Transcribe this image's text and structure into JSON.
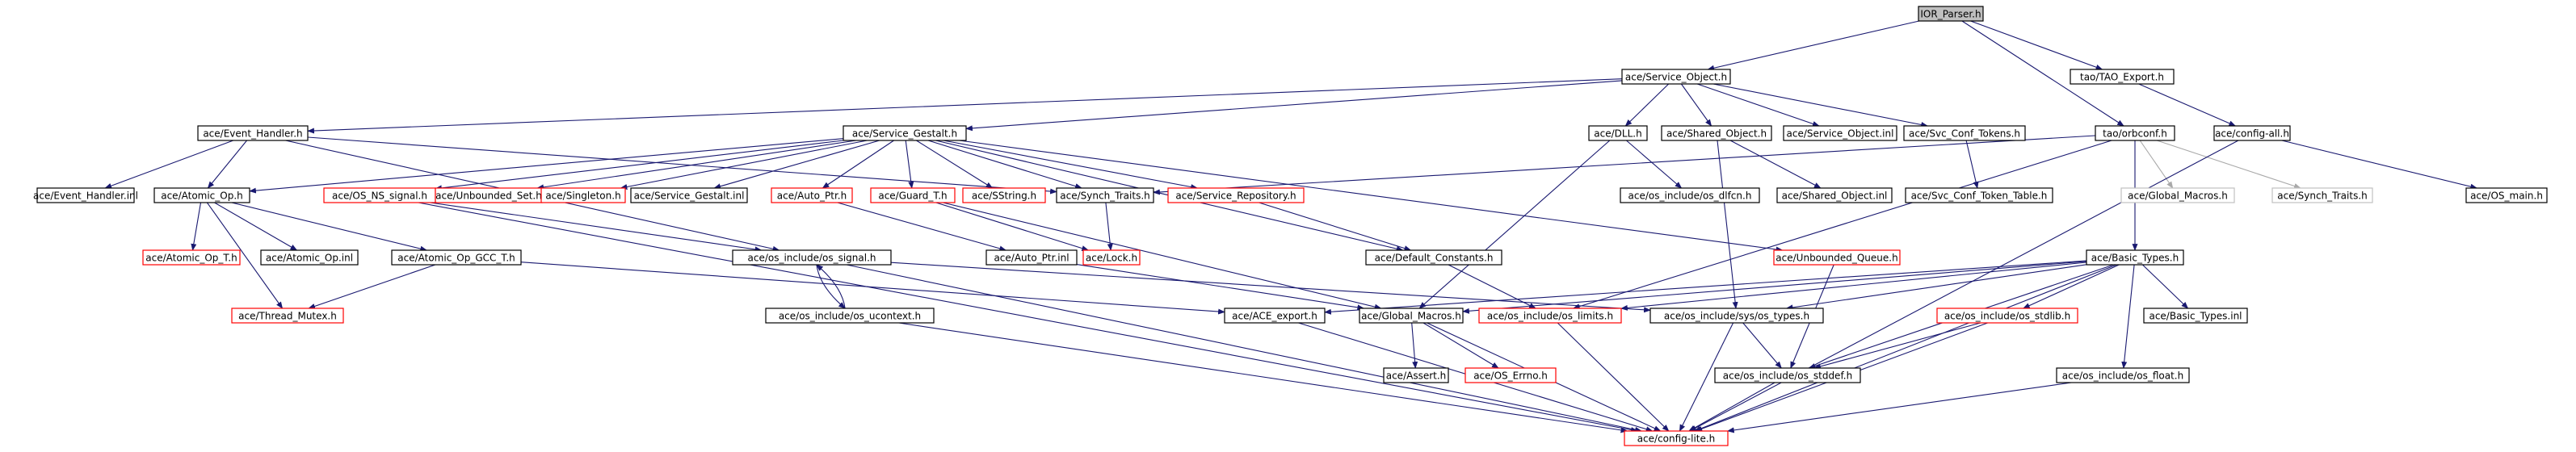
{
  "diagram": {
    "colors": {
      "root_fill": "#bfbfbf",
      "node_fill": "#ffffff",
      "border_black": "#000000",
      "border_red": "#ff0000",
      "border_gray": "#c0c0c0",
      "text": "#000000",
      "edge_blue": "#191970",
      "edge_gray": "#a9a9a9"
    },
    "nodes": {
      "ior_parser": {
        "label": "IOR_Parser.h",
        "style": "root"
      },
      "service_object": {
        "label": "ace/Service_Object.h",
        "style": "black"
      },
      "tao_export": {
        "label": "tao/TAO_Export.h",
        "style": "black"
      },
      "event_handler": {
        "label": "ace/Event_Handler.h",
        "style": "black"
      },
      "service_gestalt": {
        "label": "ace/Service_Gestalt.h",
        "style": "black"
      },
      "dll": {
        "label": "ace/DLL.h",
        "style": "black"
      },
      "shared_object": {
        "label": "ace/Shared_Object.h",
        "style": "black"
      },
      "service_object_inl": {
        "label": "ace/Service_Object.inl",
        "style": "black"
      },
      "svc_conf_tokens": {
        "label": "ace/Svc_Conf_Tokens.h",
        "style": "black"
      },
      "orbconf": {
        "label": "tao/orbconf.h",
        "style": "black"
      },
      "config_all": {
        "label": "ace/config-all.h",
        "style": "black"
      },
      "event_handler_inl": {
        "label": "ace/Event_Handler.inl",
        "style": "black"
      },
      "atomic_op": {
        "label": "ace/Atomic_Op.h",
        "style": "black"
      },
      "os_ns_signal": {
        "label": "ace/OS_NS_signal.h",
        "style": "red"
      },
      "unbounded_set": {
        "label": "ace/Unbounded_Set.h",
        "style": "red"
      },
      "singleton": {
        "label": "ace/Singleton.h",
        "style": "red"
      },
      "service_gestalt_inl": {
        "label": "ace/Service_Gestalt.inl",
        "style": "black"
      },
      "auto_ptr": {
        "label": "ace/Auto_Ptr.h",
        "style": "red"
      },
      "guard_t": {
        "label": "ace/Guard_T.h",
        "style": "red"
      },
      "sstring": {
        "label": "ace/SString.h",
        "style": "red"
      },
      "synch_traits": {
        "label": "ace/Synch_Traits.h",
        "style": "black"
      },
      "service_repository": {
        "label": "ace/Service_Repository.h",
        "style": "red"
      },
      "os_dlfcn": {
        "label": "ace/os_include/os_dlfcn.h",
        "style": "black"
      },
      "shared_object_inl": {
        "label": "ace/Shared_Object.inl",
        "style": "black"
      },
      "svc_conf_token_table": {
        "label": "ace/Svc_Conf_Token_Table.h",
        "style": "black"
      },
      "global_macros_gray": {
        "label": "ace/Global_Macros.h",
        "style": "gray"
      },
      "synch_traits_gray": {
        "label": "ace/Synch_Traits.h",
        "style": "gray"
      },
      "os_main": {
        "label": "ace/OS_main.h",
        "style": "black"
      },
      "atomic_op_t": {
        "label": "ace/Atomic_Op_T.h",
        "style": "red"
      },
      "atomic_op_inl": {
        "label": "ace/Atomic_Op.inl",
        "style": "black"
      },
      "atomic_op_gcc_t": {
        "label": "ace/Atomic_Op_GCC_T.h",
        "style": "black"
      },
      "os_signal": {
        "label": "ace/os_include/os_signal.h",
        "style": "black"
      },
      "auto_ptr_inl": {
        "label": "ace/Auto_Ptr.inl",
        "style": "black"
      },
      "lock": {
        "label": "ace/Lock.h",
        "style": "red"
      },
      "default_constants": {
        "label": "ace/Default_Constants.h",
        "style": "black"
      },
      "unbounded_queue": {
        "label": "ace/Unbounded_Queue.h",
        "style": "red"
      },
      "basic_types": {
        "label": "ace/Basic_Types.h",
        "style": "black"
      },
      "thread_mutex": {
        "label": "ace/Thread_Mutex.h",
        "style": "red"
      },
      "os_ucontext": {
        "label": "ace/os_include/os_ucontext.h",
        "style": "black"
      },
      "ace_export": {
        "label": "ace/ACE_export.h",
        "style": "black"
      },
      "global_macros": {
        "label": "ace/Global_Macros.h",
        "style": "black"
      },
      "os_limits": {
        "label": "ace/os_include/os_limits.h",
        "style": "red"
      },
      "sys_os_types": {
        "label": "ace/os_include/sys/os_types.h",
        "style": "black"
      },
      "os_stdlib": {
        "label": "ace/os_include/os_stdlib.h",
        "style": "red"
      },
      "basic_types_inl": {
        "label": "ace/Basic_Types.inl",
        "style": "black"
      },
      "assert": {
        "label": "ace/Assert.h",
        "style": "black"
      },
      "os_errno": {
        "label": "ace/OS_Errno.h",
        "style": "red"
      },
      "os_stddef": {
        "label": "ace/os_include/os_stddef.h",
        "style": "black"
      },
      "os_float": {
        "label": "ace/os_include/os_float.h",
        "style": "black"
      },
      "config_lite": {
        "label": "ace/config-lite.h",
        "style": "red"
      }
    },
    "edges": [
      [
        "ior_parser",
        "service_object"
      ],
      [
        "ior_parser",
        "orbconf"
      ],
      [
        "ior_parser",
        "tao_export"
      ],
      [
        "service_object",
        "event_handler"
      ],
      [
        "service_object",
        "service_gestalt"
      ],
      [
        "service_object",
        "dll"
      ],
      [
        "service_object",
        "shared_object"
      ],
      [
        "service_object",
        "service_object_inl"
      ],
      [
        "service_object",
        "svc_conf_tokens"
      ],
      [
        "tao_export",
        "config_all"
      ],
      [
        "event_handler",
        "event_handler_inl"
      ],
      [
        "event_handler",
        "atomic_op"
      ],
      [
        "event_handler",
        "synch_traits"
      ],
      [
        "event_handler",
        "os_signal"
      ],
      [
        "service_gestalt",
        "atomic_op"
      ],
      [
        "service_gestalt",
        "os_ns_signal"
      ],
      [
        "service_gestalt",
        "unbounded_set"
      ],
      [
        "service_gestalt",
        "singleton"
      ],
      [
        "service_gestalt",
        "service_gestalt_inl"
      ],
      [
        "service_gestalt",
        "auto_ptr"
      ],
      [
        "service_gestalt",
        "guard_t"
      ],
      [
        "service_gestalt",
        "sstring"
      ],
      [
        "service_gestalt",
        "synch_traits"
      ],
      [
        "service_gestalt",
        "service_repository"
      ],
      [
        "service_gestalt",
        "default_constants"
      ],
      [
        "service_gestalt",
        "unbounded_queue"
      ],
      [
        "dll",
        "os_dlfcn"
      ],
      [
        "dll",
        "global_macros"
      ],
      [
        "shared_object",
        "shared_object_inl"
      ],
      [
        "shared_object",
        "sys_os_types"
      ],
      [
        "svc_conf_tokens",
        "svc_conf_token_table"
      ],
      [
        "orbconf",
        "synch_traits"
      ],
      [
        "orbconf",
        "global_macros_gray"
      ],
      [
        "orbconf",
        "synch_traits_gray"
      ],
      [
        "orbconf",
        "basic_types"
      ],
      [
        "orbconf",
        "os_limits"
      ],
      [
        "config_all",
        "os_main"
      ],
      [
        "config_all",
        "config_lite"
      ],
      [
        "atomic_op",
        "atomic_op_t"
      ],
      [
        "atomic_op",
        "atomic_op_inl"
      ],
      [
        "atomic_op",
        "atomic_op_gcc_t"
      ],
      [
        "atomic_op",
        "thread_mutex"
      ],
      [
        "os_ns_signal",
        "os_signal"
      ],
      [
        "os_ns_signal",
        "config_lite"
      ],
      [
        "auto_ptr",
        "auto_ptr_inl"
      ],
      [
        "guard_t",
        "lock"
      ],
      [
        "guard_t",
        "global_macros"
      ],
      [
        "synch_traits",
        "lock"
      ],
      [
        "service_repository",
        "default_constants"
      ],
      [
        "atomic_op_gcc_t",
        "thread_mutex"
      ],
      [
        "atomic_op_gcc_t",
        "ace_export"
      ],
      [
        "os_signal",
        "os_ucontext"
      ],
      [
        "os_signal",
        "sys_os_types"
      ],
      [
        "os_signal",
        "config_lite"
      ],
      [
        "os_ucontext",
        "os_signal"
      ],
      [
        "os_ucontext",
        "config_lite"
      ],
      [
        "auto_ptr_inl",
        "global_macros"
      ],
      [
        "default_constants",
        "os_limits"
      ],
      [
        "unbounded_queue",
        "os_stddef"
      ],
      [
        "basic_types",
        "ace_export"
      ],
      [
        "basic_types",
        "global_macros"
      ],
      [
        "basic_types",
        "os_limits"
      ],
      [
        "basic_types",
        "sys_os_types"
      ],
      [
        "basic_types",
        "os_stdlib"
      ],
      [
        "basic_types",
        "os_stddef"
      ],
      [
        "basic_types",
        "basic_types_inl"
      ],
      [
        "basic_types",
        "os_float"
      ],
      [
        "basic_types",
        "config_lite"
      ],
      [
        "ace_export",
        "config_lite"
      ],
      [
        "global_macros",
        "assert"
      ],
      [
        "global_macros",
        "os_errno"
      ],
      [
        "global_macros",
        "config_lite"
      ],
      [
        "os_limits",
        "config_lite"
      ],
      [
        "sys_os_types",
        "os_stddef"
      ],
      [
        "sys_os_types",
        "config_lite"
      ],
      [
        "os_stdlib",
        "os_stddef"
      ],
      [
        "os_stdlib",
        "config_lite"
      ],
      [
        "os_stddef",
        "config_lite"
      ],
      [
        "os_float",
        "config_lite"
      ]
    ],
    "gray_edge_targets": [
      "global_macros_gray",
      "synch_traits_gray"
    ]
  }
}
